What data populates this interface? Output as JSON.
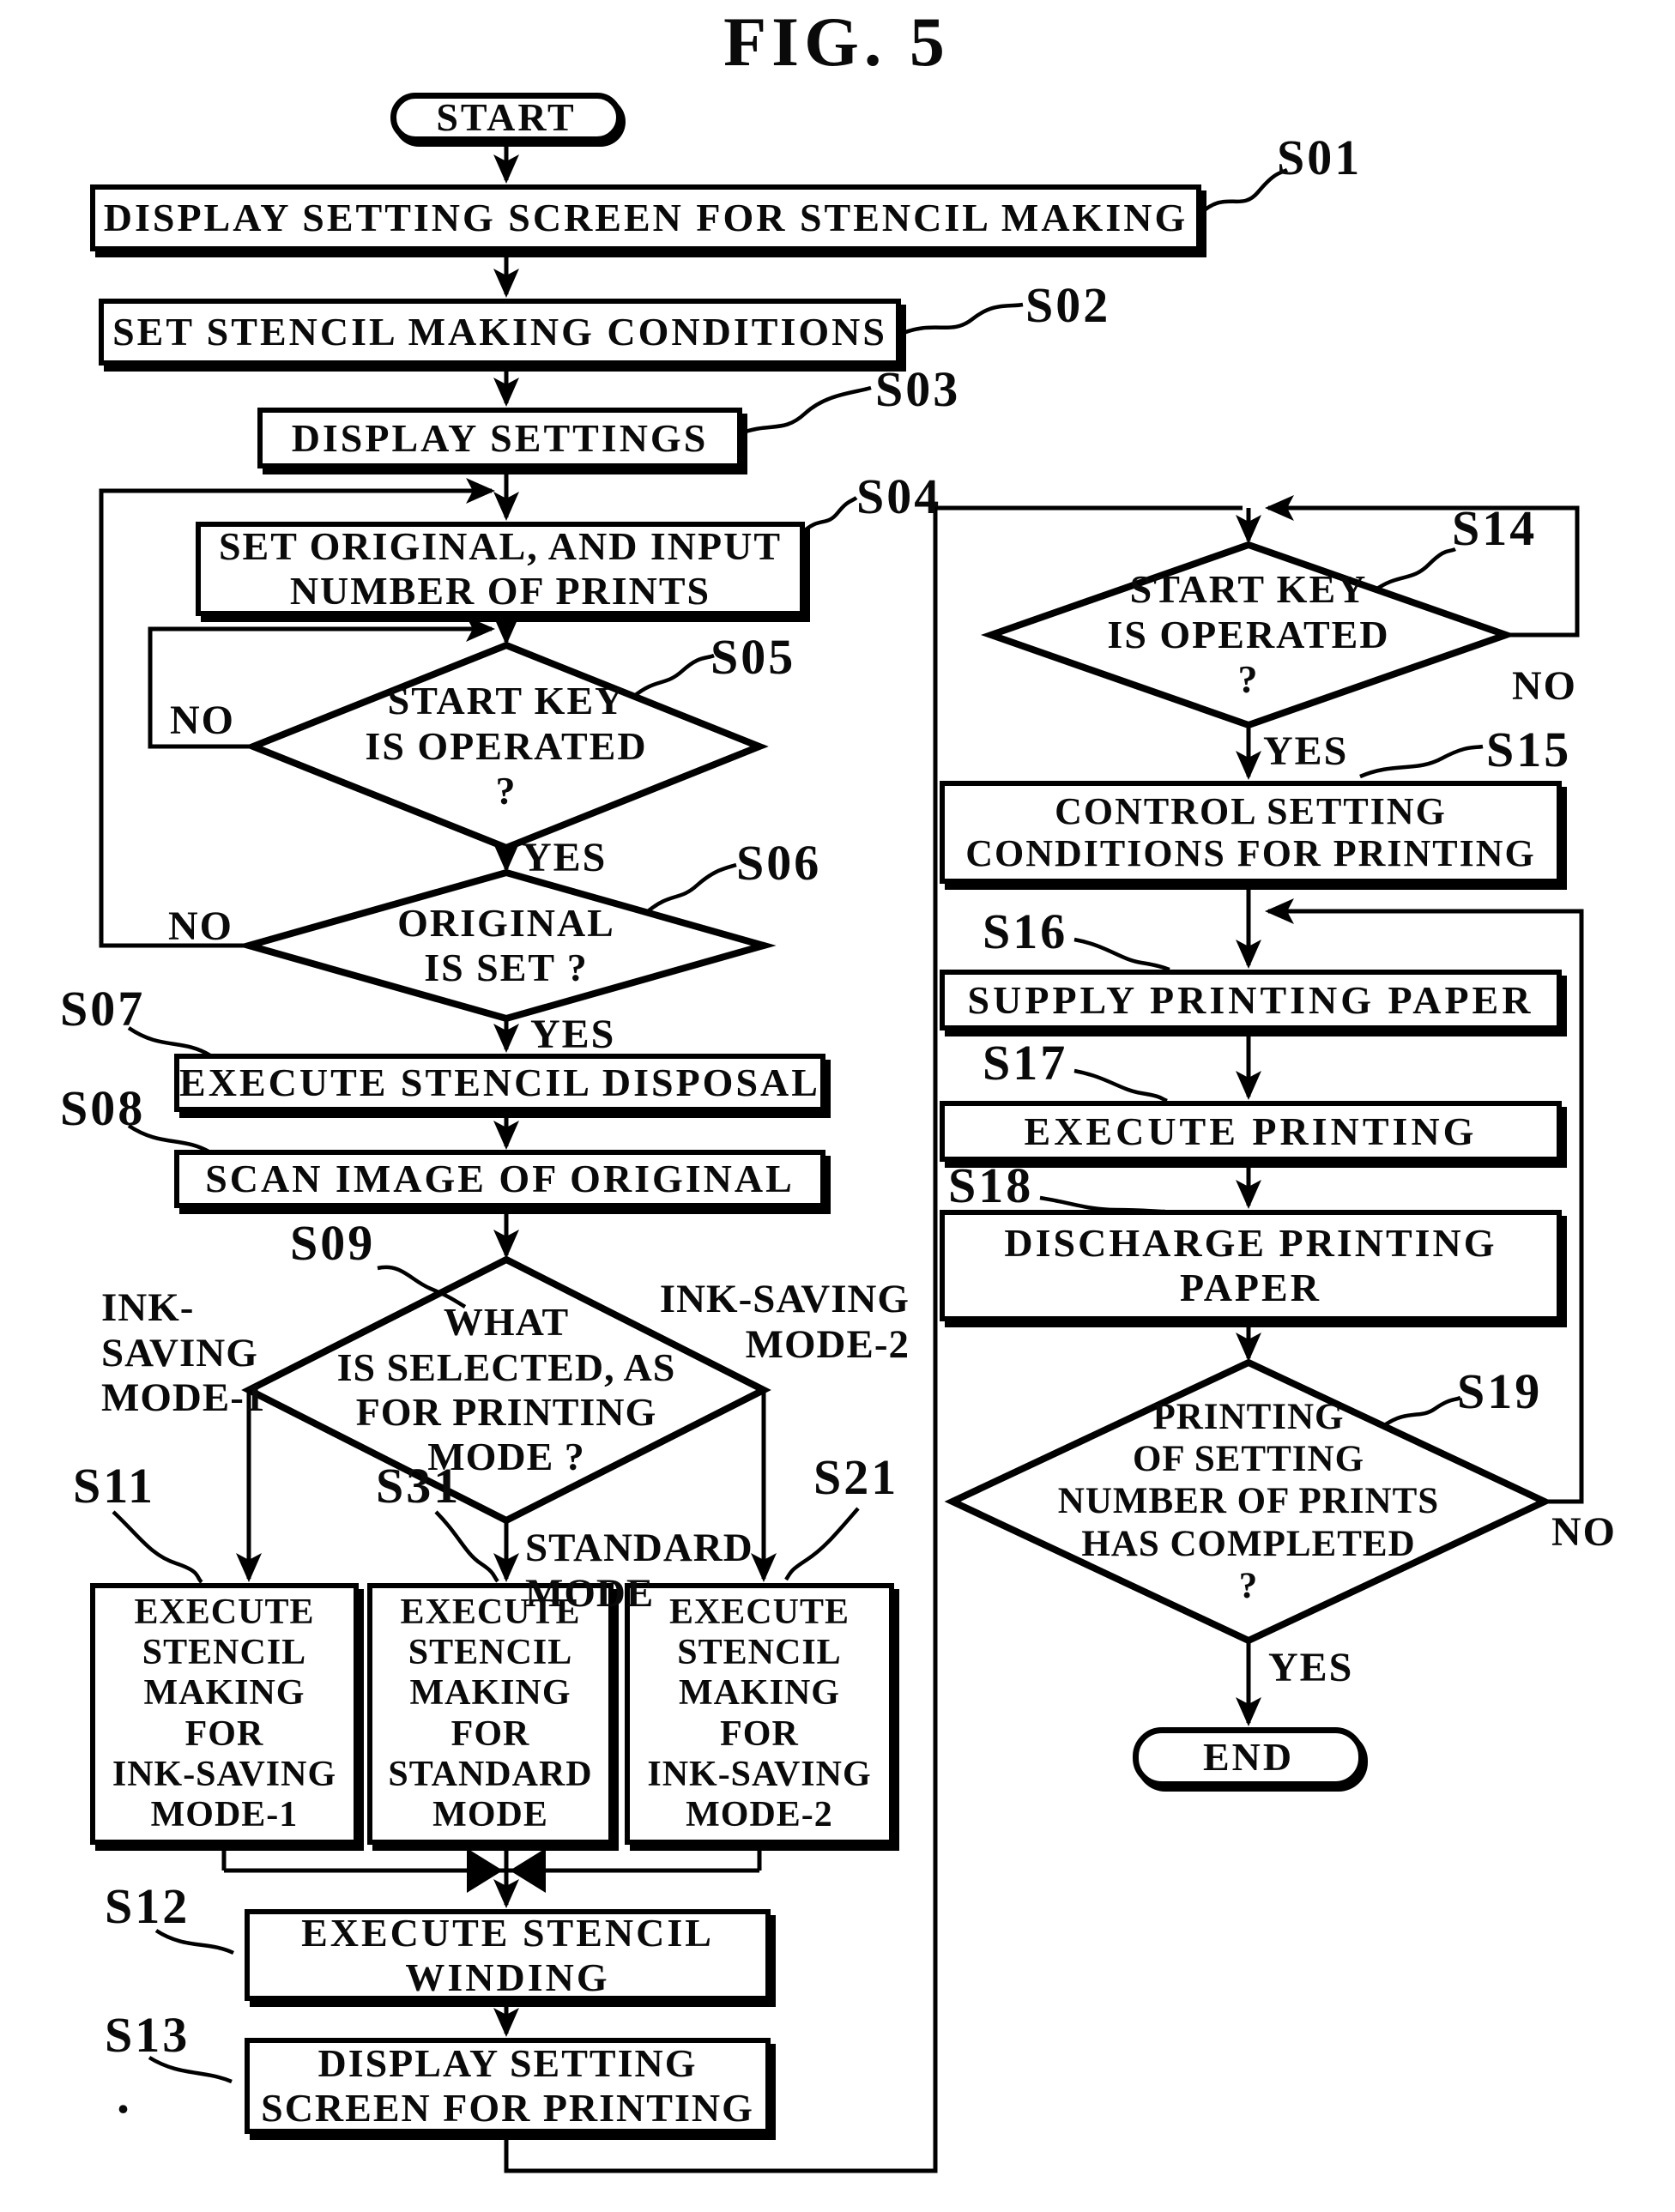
{
  "title": "FIG. 5",
  "colors": {
    "ink": "#000000",
    "background": "#ffffff"
  },
  "nodes": {
    "start": {
      "type": "terminal",
      "label": "START"
    },
    "s01": {
      "type": "process",
      "step": "S01",
      "label": "DISPLAY SETTING SCREEN FOR STENCIL MAKING"
    },
    "s02": {
      "type": "process",
      "step": "S02",
      "label": "SET STENCIL MAKING CONDITIONS"
    },
    "s03": {
      "type": "process",
      "step": "S03",
      "label": "DISPLAY SETTINGS"
    },
    "s04": {
      "type": "process",
      "step": "S04",
      "label": "SET ORIGINAL, AND INPUT\nNUMBER OF PRINTS"
    },
    "s05": {
      "type": "decision",
      "step": "S05",
      "label": "START KEY\nIS OPERATED\n?",
      "yes": "YES",
      "no": "NO"
    },
    "s06": {
      "type": "decision",
      "step": "S06",
      "label": "ORIGINAL\nIS SET ?",
      "yes": "YES",
      "no": "NO"
    },
    "s07": {
      "type": "process",
      "step": "S07",
      "label": "EXECUTE STENCIL DISPOSAL"
    },
    "s08": {
      "type": "process",
      "step": "S08",
      "label": "SCAN IMAGE OF ORIGINAL"
    },
    "s09": {
      "type": "decision",
      "step": "S09",
      "label": "WHAT\nIS SELECTED, AS\nFOR PRINTING\nMODE ?",
      "branch_left": "INK-SAVING\nMODE-1",
      "branch_right": "INK-SAVING\nMODE-2",
      "branch_bottom": "STANDARD\nMODE"
    },
    "s11": {
      "type": "process",
      "step": "S11",
      "label": "EXECUTE\nSTENCIL\nMAKING\nFOR\nINK-SAVING\nMODE-1"
    },
    "s31": {
      "type": "process",
      "step": "S31",
      "label": "EXECUTE\nSTENCIL\nMAKING\nFOR\nSTANDARD\nMODE"
    },
    "s21": {
      "type": "process",
      "step": "S21",
      "label": "EXECUTE\nSTENCIL\nMAKING\nFOR\nINK-SAVING\nMODE-2"
    },
    "s12": {
      "type": "process",
      "step": "S12",
      "label": "EXECUTE STENCIL\nWINDING"
    },
    "s13": {
      "type": "process",
      "step": "S13",
      "label": "DISPLAY SETTING\nSCREEN FOR PRINTING"
    },
    "s14": {
      "type": "decision",
      "step": "S14",
      "label": "START KEY\nIS OPERATED\n?",
      "yes": "YES",
      "no": "NO"
    },
    "s15": {
      "type": "process",
      "step": "S15",
      "label": "CONTROL SETTING\nCONDITIONS FOR PRINTING"
    },
    "s16": {
      "type": "process",
      "step": "S16",
      "label": "SUPPLY PRINTING PAPER"
    },
    "s17": {
      "type": "process",
      "step": "S17",
      "label": "EXECUTE PRINTING"
    },
    "s18": {
      "type": "process",
      "step": "S18",
      "label": "DISCHARGE PRINTING\nPAPER"
    },
    "s19": {
      "type": "decision",
      "step": "S19",
      "label": "PRINTING\nOF SETTING\nNUMBER OF PRINTS\nHAS COMPLETED\n?",
      "yes": "YES",
      "no": "NO"
    },
    "end": {
      "type": "terminal",
      "label": "END"
    }
  },
  "stray_dot": "."
}
